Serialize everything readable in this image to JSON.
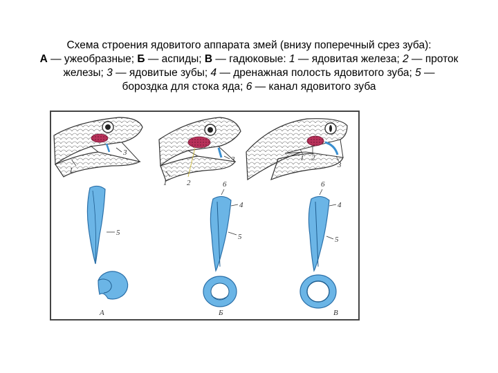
{
  "caption": {
    "line1": "Схема строения ядовитого аппарата змей (внизу поперечный срез зуба):",
    "letter_a": "А",
    "text_a": " — ужеобразные; ",
    "letter_b": "Б",
    "text_b": " — аспиды; ",
    "letter_v": "В",
    "text_v": " — гадюковые: ",
    "num1": "1",
    "text_1": " — ядовитая железа; ",
    "num2": "2",
    "text_2": " — проток",
    "text_line3_start": "железы; ",
    "num3": "3",
    "text_3": " — ядовитые зубы; ",
    "num4": "4",
    "text_4": " — дренажная полость ядовитого зуба; ",
    "num5": "5",
    "text_5": " —",
    "text_line4": "бороздка для стока яда; ",
    "num6": "6",
    "text_6": " — канал ядовитого зуба"
  },
  "figure": {
    "column_labels": [
      "А",
      "Б",
      "В"
    ],
    "head_labels": {
      "a": [
        "1",
        "3"
      ],
      "b": [
        "1",
        "2",
        "3"
      ],
      "c": [
        "1",
        "2",
        "3"
      ]
    },
    "tooth_labels": {
      "a": [
        "5"
      ],
      "b": [
        "6",
        "4",
        "5"
      ],
      "c": [
        "6",
        "4",
        "5"
      ]
    },
    "colors": {
      "gland": "#b8315a",
      "tooth": "#3a8fd0",
      "outline": "#333333",
      "frame": "#444444"
    }
  }
}
